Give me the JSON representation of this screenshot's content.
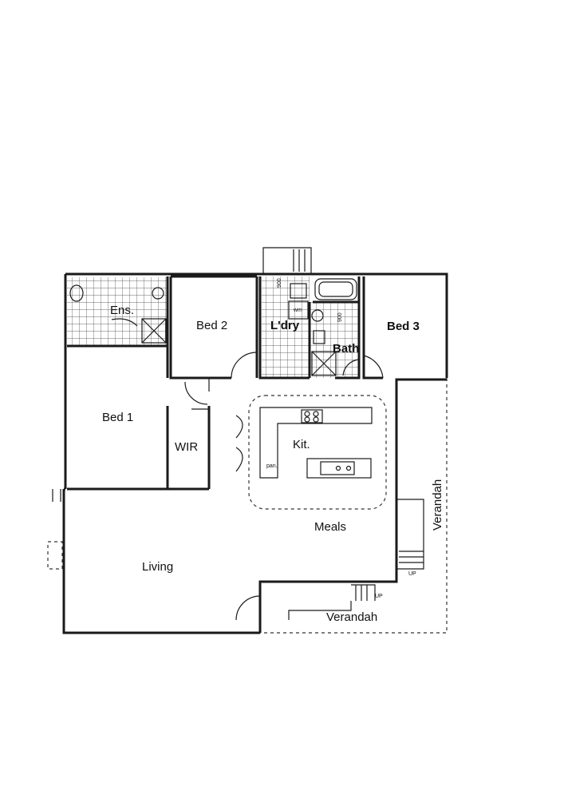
{
  "rooms": {
    "ens": "Ens.",
    "bed2": "Bed 2",
    "ldry": "L'dry",
    "bath": "Bath",
    "bed3": "Bed 3",
    "bed1": "Bed 1",
    "wir": "WIR",
    "kit": "Kit.",
    "meals": "Meals",
    "living": "Living",
    "verandah_side": "Verandah",
    "verandah_front": "Verandah"
  },
  "annotations": {
    "pan": "pan.",
    "wm": "wm",
    "up_1": "UP",
    "up_2": "UP",
    "dim_1": "900",
    "dim_2": "900"
  },
  "colors": {
    "ink": "#1a1a1a",
    "paper": "#ffffff"
  }
}
